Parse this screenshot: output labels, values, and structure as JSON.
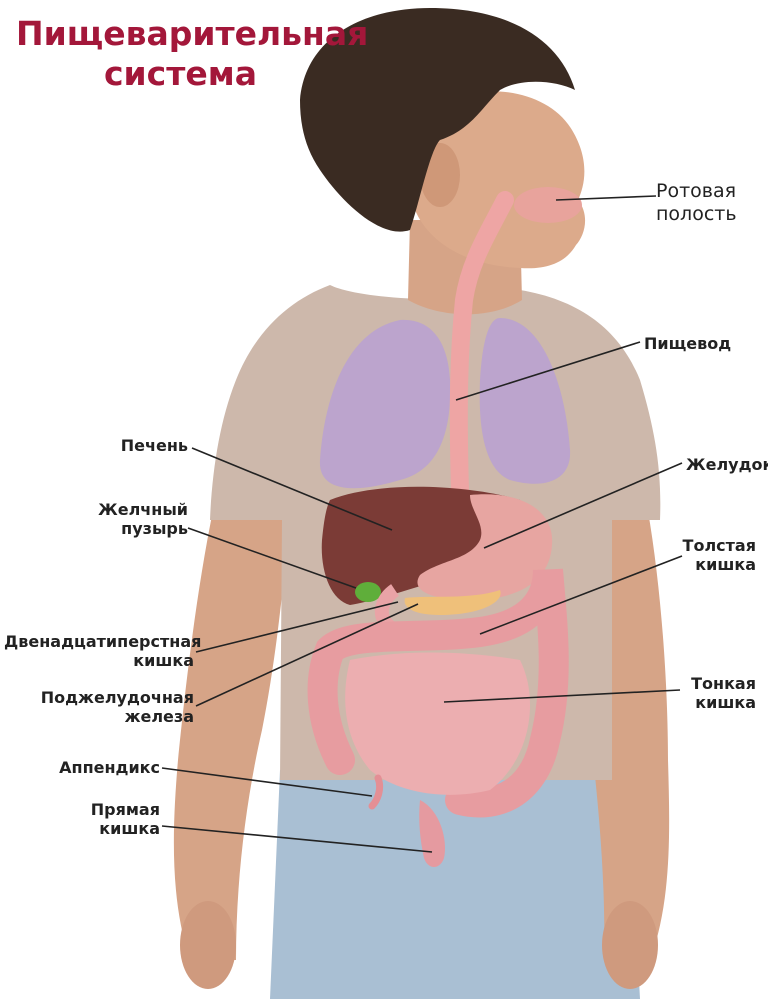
{
  "title": {
    "line1": "Пищеварительная",
    "line2": "система"
  },
  "labels": {
    "mouth": [
      "Ротовая",
      "полость"
    ],
    "esophagus": [
      "Пищевод"
    ],
    "liver": [
      "Печень"
    ],
    "stomach": [
      "Желудок"
    ],
    "gallbladder": [
      "Желчный",
      "пузырь"
    ],
    "large_intestine": [
      "Толстая",
      "кишка"
    ],
    "duodenum": [
      "Двенадцатиперстная",
      "кишка"
    ],
    "pancreas": [
      "Поджелудочная",
      "железа"
    ],
    "small_intestine": [
      "Тонкая",
      "кишка"
    ],
    "appendix": [
      "Аппендикс"
    ],
    "rectum": [
      "Прямая",
      "кишка"
    ]
  },
  "colors": {
    "title": "#a3173a",
    "skin": "#d9a88a",
    "hair": "#3a2a20",
    "shirt": "#cdb8ab",
    "jeans": "#a7bdd1",
    "lungs": "#b49ad0",
    "liver": "#7a3a35",
    "stomach": "#e6a3a0",
    "intestine": "#e9a3a6",
    "pancreas": "#efc07a",
    "gallbladder": "#5fae3a",
    "esophagus": "#f0a7a6",
    "leader_line": "#222222"
  }
}
